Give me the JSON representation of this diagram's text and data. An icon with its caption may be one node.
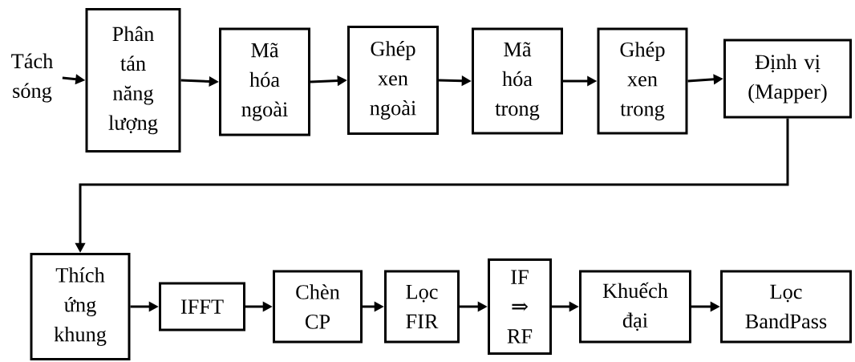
{
  "diagram": {
    "nodes": [
      {
        "text": [
          "Tách sóng"
        ]
      },
      {
        "text": [
          "Phân tán năng lượng"
        ]
      },
      {
        "text": [
          "Mã hóa ngoài"
        ]
      },
      {
        "text": [
          "Ghép xen ngoài"
        ]
      },
      {
        "text": [
          "Mã hóa trong"
        ]
      },
      {
        "text": [
          "Ghép xen trong"
        ]
      },
      {
        "text": [
          "Định vị (Mapper)"
        ]
      },
      {
        "text": [
          "Thích ứng khung"
        ]
      },
      {
        "text": [
          "IFFT"
        ]
      },
      {
        "text": [
          "Chèn CP"
        ]
      },
      {
        "text": [
          "Lọc FIR"
        ]
      },
      {
        "text": [
          "IF ⇒ RF"
        ]
      },
      {
        "text": [
          "Khuếch đại"
        ]
      },
      {
        "text": [
          "Lọc BandPass"
        ]
      }
    ],
    "edges": [
      {
        "from": 0,
        "to": 1,
        "arrow": "to"
      },
      {
        "from": 1,
        "to": 2,
        "arrow": "to"
      },
      {
        "from": 2,
        "to": 3,
        "arrow": "to"
      },
      {
        "from": 3,
        "to": 4,
        "arrow": "to"
      },
      {
        "from": 4,
        "to": 5,
        "arrow": "to"
      },
      {
        "from": 5,
        "to": 6,
        "arrow": "to"
      },
      {
        "from": 6,
        "to": 7,
        "arrow": "to"
      },
      {
        "from": 7,
        "to": 8,
        "arrow": "to"
      },
      {
        "from": 8,
        "to": 9,
        "arrow": "to"
      },
      {
        "from": 9,
        "to": 10,
        "arrow": "to"
      },
      {
        "from": 10,
        "to": 11,
        "arrow": "to"
      },
      {
        "from": 11,
        "to": 12,
        "arrow": "to"
      },
      {
        "from": 12,
        "to": 13,
        "arrow": "to"
      }
    ]
  }
}
